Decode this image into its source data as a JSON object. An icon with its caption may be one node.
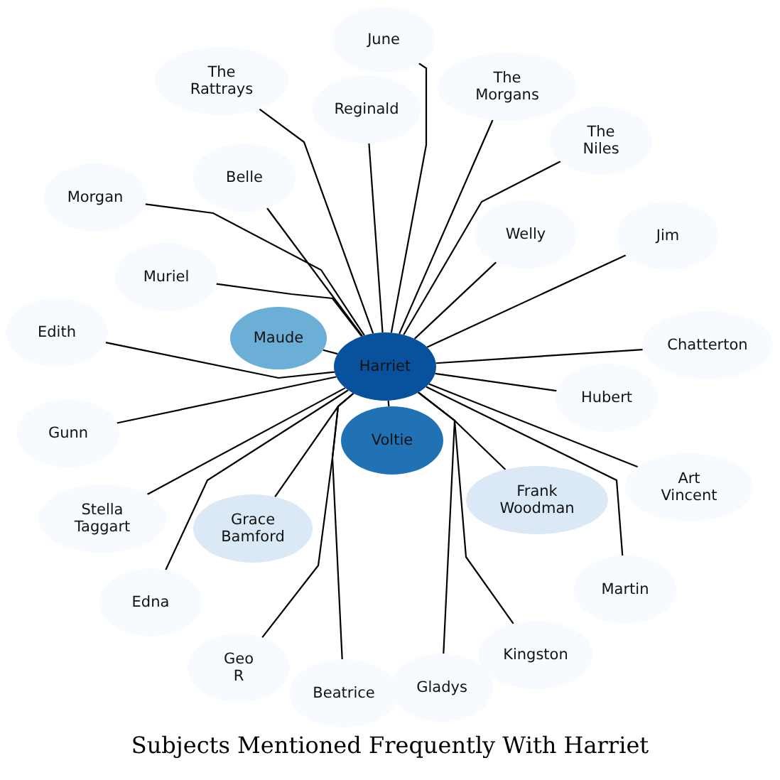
{
  "diagram": {
    "title": "Subjects Mentioned Frequently With Harriet",
    "nodes": [
      {
        "text": [
          "Harriet"
        ]
      },
      {
        "text": [
          "June"
        ]
      },
      {
        "text": [
          "The Rattrays"
        ]
      },
      {
        "text": [
          "The Morgans"
        ]
      },
      {
        "text": [
          "Reginald"
        ]
      },
      {
        "text": [
          "The Niles"
        ]
      },
      {
        "text": [
          "Belle"
        ]
      },
      {
        "text": [
          "Morgan"
        ]
      },
      {
        "text": [
          "Welly"
        ]
      },
      {
        "text": [
          "Jim"
        ]
      },
      {
        "text": [
          "Muriel"
        ]
      },
      {
        "text": [
          "Edith"
        ]
      },
      {
        "text": [
          "Maude"
        ]
      },
      {
        "text": [
          "Chatterton"
        ]
      },
      {
        "text": [
          "Hubert"
        ]
      },
      {
        "text": [
          "Gunn"
        ]
      },
      {
        "text": [
          "Voltie"
        ]
      },
      {
        "text": [
          "Art Vincent"
        ]
      },
      {
        "text": [
          "Frank Woodman"
        ]
      },
      {
        "text": [
          "Stella Taggart"
        ]
      },
      {
        "text": [
          "Grace Bamford"
        ]
      },
      {
        "text": [
          "Martin"
        ]
      },
      {
        "text": [
          "Edna"
        ]
      },
      {
        "text": [
          "Kingston"
        ]
      },
      {
        "text": [
          "Geo R"
        ]
      },
      {
        "text": [
          "Gladys"
        ]
      },
      {
        "text": [
          "Beatrice"
        ]
      }
    ],
    "edges": [
      {
        "from": 0,
        "to": 1,
        "arrow": "none"
      },
      {
        "from": 0,
        "to": 2,
        "arrow": "none"
      },
      {
        "from": 0,
        "to": 3,
        "arrow": "none"
      },
      {
        "from": 0,
        "to": 4,
        "arrow": "none"
      },
      {
        "from": 0,
        "to": 5,
        "arrow": "none"
      },
      {
        "from": 0,
        "to": 6,
        "arrow": "none"
      },
      {
        "from": 0,
        "to": 7,
        "arrow": "none"
      },
      {
        "from": 0,
        "to": 8,
        "arrow": "none"
      },
      {
        "from": 0,
        "to": 9,
        "arrow": "none"
      },
      {
        "from": 0,
        "to": 10,
        "arrow": "none"
      },
      {
        "from": 0,
        "to": 11,
        "arrow": "none"
      },
      {
        "from": 0,
        "to": 12,
        "arrow": "none"
      },
      {
        "from": 0,
        "to": 13,
        "arrow": "none"
      },
      {
        "from": 0,
        "to": 14,
        "arrow": "none"
      },
      {
        "from": 0,
        "to": 15,
        "arrow": "none"
      },
      {
        "from": 0,
        "to": 16,
        "arrow": "none"
      },
      {
        "from": 0,
        "to": 17,
        "arrow": "none"
      },
      {
        "from": 0,
        "to": 18,
        "arrow": "none"
      },
      {
        "from": 0,
        "to": 19,
        "arrow": "none"
      },
      {
        "from": 0,
        "to": 20,
        "arrow": "none"
      },
      {
        "from": 0,
        "to": 21,
        "arrow": "none"
      },
      {
        "from": 0,
        "to": 22,
        "arrow": "none"
      },
      {
        "from": 0,
        "to": 23,
        "arrow": "none"
      },
      {
        "from": 0,
        "to": 24,
        "arrow": "none"
      },
      {
        "from": 0,
        "to": 25,
        "arrow": "none"
      },
      {
        "from": 0,
        "to": 26,
        "arrow": "none"
      }
    ]
  }
}
